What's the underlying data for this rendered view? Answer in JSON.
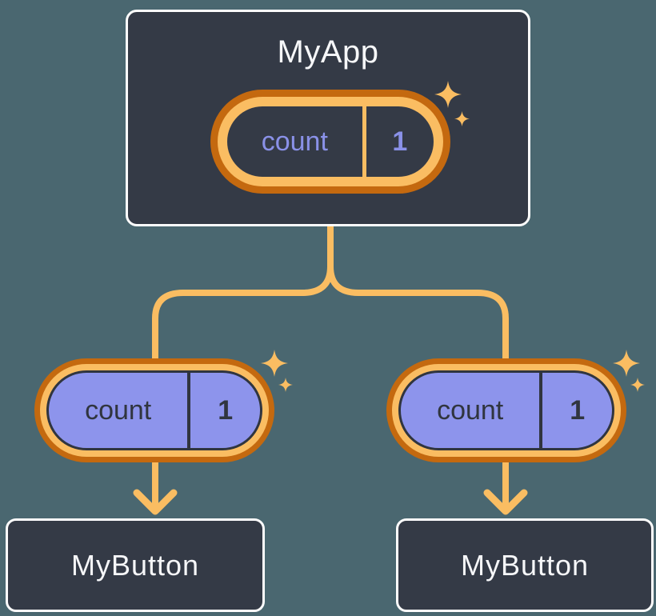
{
  "colors": {
    "background": "#4A6770",
    "card_background": "#343A46",
    "card_border": "#FDFDFD",
    "connector_light_orange": "#FABD62",
    "pill_ring_dark_orange": "#C4690F",
    "pill_purple_fill": "#8D94EC",
    "state_text_purple": "#8A91E8",
    "dark_ink": "#30353F",
    "title_text": "#F6F7F9"
  },
  "tree": {
    "root": {
      "title": "MyApp",
      "state": {
        "name": "count",
        "value": "1"
      }
    },
    "children": [
      {
        "title": "MyButton",
        "prop": {
          "name": "count",
          "value": "1"
        }
      },
      {
        "title": "MyButton",
        "prop": {
          "name": "count",
          "value": "1"
        }
      }
    ]
  }
}
